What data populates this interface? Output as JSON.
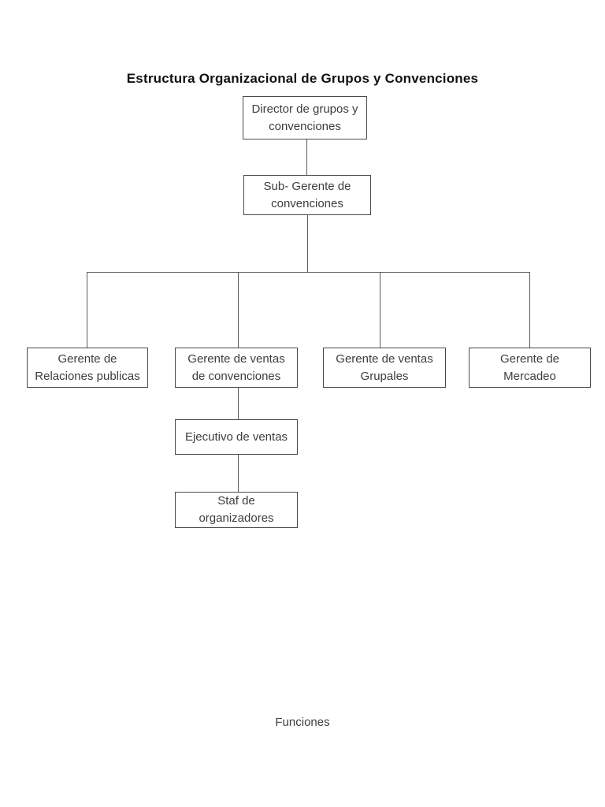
{
  "page": {
    "title": "Estructura Organizacional de Grupos y Convenciones",
    "footer_label": "Funciones",
    "background_color": "#ffffff"
  },
  "diagram": {
    "type": "org-chart",
    "colors": {
      "box_border": "#4a4a4a",
      "connector_line": "#595959",
      "node_text": "#3d3d3d",
      "title_text": "#111111"
    },
    "nodes": {
      "director": {
        "label": "Director de grupos y\nconvenciones"
      },
      "subgerente": {
        "label": "Sub- Gerente de\nconvenciones"
      },
      "relaciones": {
        "label": "Gerente de\nRelaciones publicas"
      },
      "ventas_convenciones": {
        "label": "Gerente de ventas\nde convenciones"
      },
      "ventas_grupales": {
        "label": "Gerente de ventas\nGrupales"
      },
      "mercadeo": {
        "label": "Gerente de\nMercadeo"
      },
      "ejecutivo": {
        "label": "Ejecutivo de ventas"
      },
      "staf": {
        "label": "Staf de\norganizadores"
      }
    },
    "edges": [
      {
        "from": "director",
        "to": "subgerente"
      },
      {
        "from": "subgerente",
        "to": "relaciones"
      },
      {
        "from": "subgerente",
        "to": "ventas_convenciones"
      },
      {
        "from": "subgerente",
        "to": "ventas_grupales"
      },
      {
        "from": "subgerente",
        "to": "mercadeo"
      },
      {
        "from": "ventas_convenciones",
        "to": "ejecutivo"
      },
      {
        "from": "ejecutivo",
        "to": "staf"
      }
    ]
  }
}
